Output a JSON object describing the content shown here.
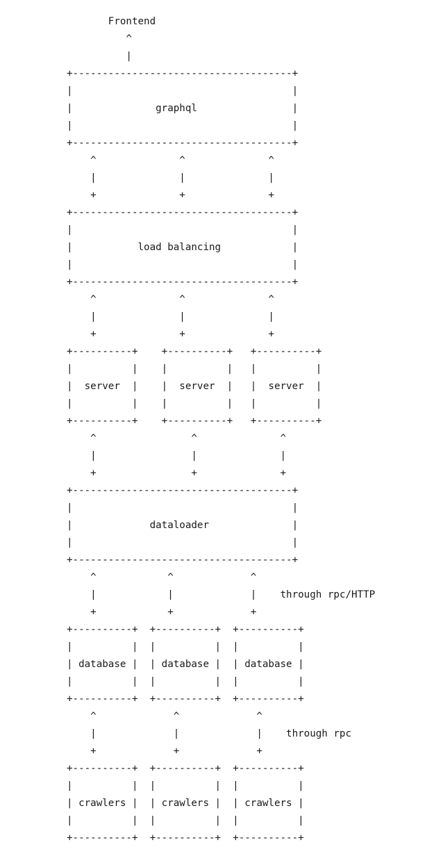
{
  "diagram": {
    "lines": [
      "       Frontend",
      "          ^",
      "          |",
      "+-------------------------------------+",
      "|                                     |",
      "|              graphql                |",
      "|                                     |",
      "+-------------------------------------+",
      "    ^              ^              ^",
      "    |              |              |",
      "    +              +              +",
      "+-------------------------------------+",
      "|                                     |",
      "|           load balancing            |",
      "|                                     |",
      "+-------------------------------------+",
      "    ^              ^              ^",
      "    |              |              |",
      "    +              +              +",
      "+----------+    +----------+   +----------+",
      "|          |    |          |   |          |",
      "|  server  |    |  server  |   |  server  |",
      "|          |    |          |   |          |",
      "+----------+    +----------+   +----------+",
      "    ^                ^              ^",
      "    |                |              |",
      "    +                +              +",
      "+-------------------------------------+",
      "|                                     |",
      "|             dataloader              |",
      "|                                     |",
      "+-------------------------------------+",
      "    ^            ^             ^",
      "    |            |             |    through rpc/HTTP",
      "    +            +             +",
      "+----------+  +----------+  +----------+",
      "|          |  |          |  |          |",
      "| database |  | database |  | database |",
      "|          |  |          |  |          |",
      "+----------+  +----------+  +----------+",
      "    ^             ^             ^",
      "    |             |             |    through rpc",
      "    +             +             +",
      "+----------+  +----------+  +----------+",
      "|          |  |          |  |          |",
      "| crawlers |  | crawlers |  | crawlers |",
      "|          |  |          |  |          |",
      "+----------+  +----------+  +----------+"
    ]
  }
}
